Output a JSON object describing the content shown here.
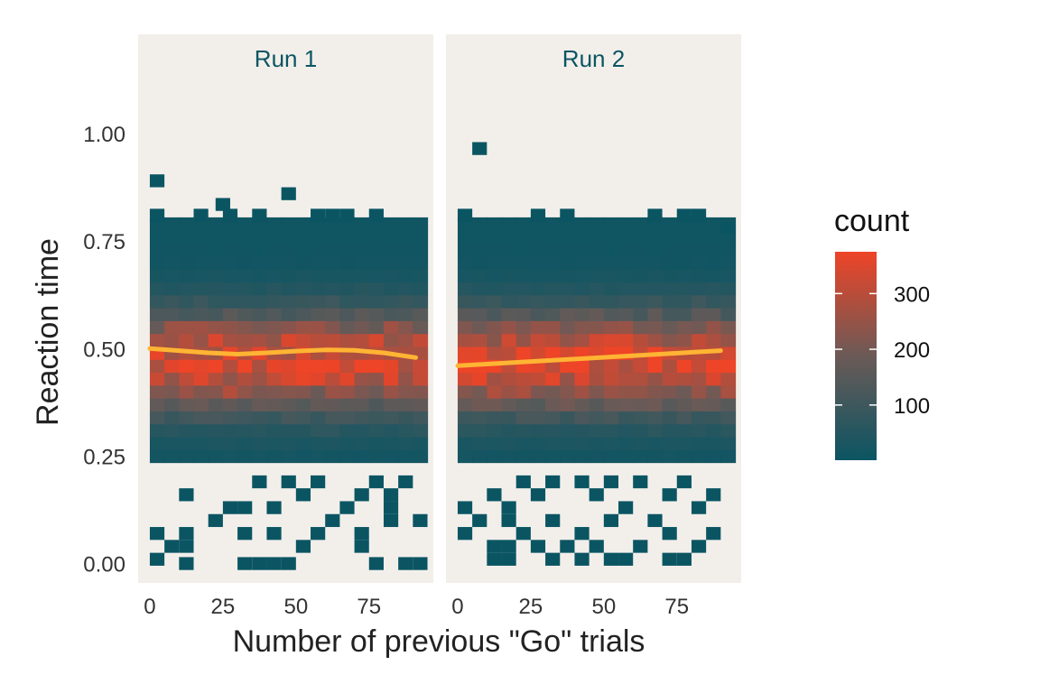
{
  "chart_data": {
    "type": "heatmap",
    "xlabel": "Number of previous \"Go\" trials",
    "ylabel": "Reaction time",
    "xlim": [
      -4,
      97
    ],
    "ylim": [
      -0.045,
      1.13
    ],
    "x_ticks": [
      0,
      25,
      50,
      75
    ],
    "x_tick_labels": [
      "0",
      "25",
      "50",
      "75"
    ],
    "y_ticks": [
      0.0,
      0.25,
      0.5,
      0.75,
      1.0
    ],
    "y_tick_labels": [
      "0.00",
      "0.25",
      "0.50",
      "0.75",
      "1.00"
    ],
    "bin_width_x": 5,
    "bin_width_y": 0.03,
    "panels": [
      {
        "name": "Run 1",
        "x_range": [
          0,
          92
        ],
        "smooth": [
          {
            "x": 0,
            "y": 0.5
          },
          {
            "x": 10,
            "y": 0.495
          },
          {
            "x": 20,
            "y": 0.49
          },
          {
            "x": 30,
            "y": 0.487
          },
          {
            "x": 40,
            "y": 0.49
          },
          {
            "x": 50,
            "y": 0.494
          },
          {
            "x": 60,
            "y": 0.497
          },
          {
            "x": 70,
            "y": 0.496
          },
          {
            "x": 80,
            "y": 0.49
          },
          {
            "x": 91,
            "y": 0.479
          }
        ],
        "outliers": [
          {
            "x": 2.5,
            "y": 0.89
          },
          {
            "x": 47.5,
            "y": 0.86
          },
          {
            "x": 25,
            "y": 0.835
          },
          {
            "x": 2.5,
            "y": 0.81
          },
          {
            "x": 17.5,
            "y": 0.81
          },
          {
            "x": 27.5,
            "y": 0.81
          },
          {
            "x": 37.5,
            "y": 0.81
          },
          {
            "x": 57.5,
            "y": 0.81
          },
          {
            "x": 62.5,
            "y": 0.81
          },
          {
            "x": 67.5,
            "y": 0.81
          },
          {
            "x": 77.5,
            "y": 0.81
          },
          {
            "x": 12.5,
            "y": 0.16
          },
          {
            "x": 37.5,
            "y": 0.19
          },
          {
            "x": 47.5,
            "y": 0.19
          },
          {
            "x": 32.5,
            "y": 0.13
          },
          {
            "x": 42.5,
            "y": 0.13
          },
          {
            "x": 57.5,
            "y": 0.19
          },
          {
            "x": 72.5,
            "y": 0.16
          },
          {
            "x": 77.5,
            "y": 0.19
          },
          {
            "x": 82.5,
            "y": 0.16
          },
          {
            "x": 87.5,
            "y": 0.19
          },
          {
            "x": 27.5,
            "y": 0.13
          },
          {
            "x": 52.5,
            "y": 0.16
          },
          {
            "x": 67.5,
            "y": 0.13
          },
          {
            "x": 82.5,
            "y": 0.13
          },
          {
            "x": 2.5,
            "y": 0.07
          },
          {
            "x": 12.5,
            "y": 0.07
          },
          {
            "x": 22.5,
            "y": 0.1
          },
          {
            "x": 32.5,
            "y": 0.07
          },
          {
            "x": 42.5,
            "y": 0.07
          },
          {
            "x": 57.5,
            "y": 0.07
          },
          {
            "x": 62.5,
            "y": 0.1
          },
          {
            "x": 72.5,
            "y": 0.07
          },
          {
            "x": 82.5,
            "y": 0.1
          },
          {
            "x": 92.5,
            "y": 0.1
          },
          {
            "x": 7.5,
            "y": 0.04
          },
          {
            "x": 2.5,
            "y": 0.01
          },
          {
            "x": 12.5,
            "y": 0.04
          },
          {
            "x": 52.5,
            "y": 0.04
          },
          {
            "x": 72.5,
            "y": 0.04
          },
          {
            "x": 12.5,
            "y": 0.0
          },
          {
            "x": 32.5,
            "y": 0.0
          },
          {
            "x": 37.5,
            "y": 0.0
          },
          {
            "x": 42.5,
            "y": 0.0
          },
          {
            "x": 47.5,
            "y": 0.0
          },
          {
            "x": 77.5,
            "y": 0.0
          },
          {
            "x": 87.5,
            "y": 0.0
          },
          {
            "x": 92.5,
            "y": 0.0
          }
        ]
      },
      {
        "name": "Run 2",
        "x_range": [
          0,
          92
        ],
        "smooth": [
          {
            "x": 0,
            "y": 0.46
          },
          {
            "x": 90,
            "y": 0.495
          }
        ],
        "outliers": [
          {
            "x": 7.5,
            "y": 0.965
          },
          {
            "x": 2.5,
            "y": 0.81
          },
          {
            "x": 27.5,
            "y": 0.81
          },
          {
            "x": 37.5,
            "y": 0.81
          },
          {
            "x": 67.5,
            "y": 0.81
          },
          {
            "x": 77.5,
            "y": 0.81
          },
          {
            "x": 82.5,
            "y": 0.81
          },
          {
            "x": 92.5,
            "y": 0.78
          },
          {
            "x": 12.5,
            "y": 0.16
          },
          {
            "x": 22.5,
            "y": 0.19
          },
          {
            "x": 32.5,
            "y": 0.19
          },
          {
            "x": 42.5,
            "y": 0.19
          },
          {
            "x": 52.5,
            "y": 0.19
          },
          {
            "x": 62.5,
            "y": 0.19
          },
          {
            "x": 77.5,
            "y": 0.19
          },
          {
            "x": 87.5,
            "y": 0.16
          },
          {
            "x": 2.5,
            "y": 0.13
          },
          {
            "x": 17.5,
            "y": 0.13
          },
          {
            "x": 27.5,
            "y": 0.16
          },
          {
            "x": 47.5,
            "y": 0.16
          },
          {
            "x": 57.5,
            "y": 0.13
          },
          {
            "x": 72.5,
            "y": 0.16
          },
          {
            "x": 82.5,
            "y": 0.13
          },
          {
            "x": 7.5,
            "y": 0.1
          },
          {
            "x": 17.5,
            "y": 0.1
          },
          {
            "x": 22.5,
            "y": 0.07
          },
          {
            "x": 32.5,
            "y": 0.1
          },
          {
            "x": 42.5,
            "y": 0.07
          },
          {
            "x": 52.5,
            "y": 0.1
          },
          {
            "x": 67.5,
            "y": 0.1
          },
          {
            "x": 72.5,
            "y": 0.07
          },
          {
            "x": 87.5,
            "y": 0.07
          },
          {
            "x": 2.5,
            "y": 0.07
          },
          {
            "x": 12.5,
            "y": 0.04
          },
          {
            "x": 17.5,
            "y": 0.04
          },
          {
            "x": 27.5,
            "y": 0.04
          },
          {
            "x": 37.5,
            "y": 0.04
          },
          {
            "x": 47.5,
            "y": 0.04
          },
          {
            "x": 62.5,
            "y": 0.04
          },
          {
            "x": 82.5,
            "y": 0.04
          },
          {
            "x": 12.5,
            "y": 0.01
          },
          {
            "x": 17.5,
            "y": 0.01
          },
          {
            "x": 32.5,
            "y": 0.01
          },
          {
            "x": 42.5,
            "y": 0.01
          },
          {
            "x": 52.5,
            "y": 0.01
          },
          {
            "x": 57.5,
            "y": 0.01
          },
          {
            "x": 72.5,
            "y": 0.01
          },
          {
            "x": 77.5,
            "y": 0.01
          }
        ]
      }
    ],
    "legend": {
      "title": "count",
      "ticks": [
        100,
        200,
        300
      ],
      "tick_labels": [
        "100",
        "200",
        "300"
      ],
      "range": [
        1,
        375
      ],
      "placement": "right"
    },
    "colors": {
      "low": "#0b5563",
      "mid": "#6b5a57",
      "high": "#ee4427",
      "smooth_line": "#ffb433",
      "panel_bg": "#f2efea",
      "strip_text": "#0b5563"
    },
    "grid": false
  }
}
